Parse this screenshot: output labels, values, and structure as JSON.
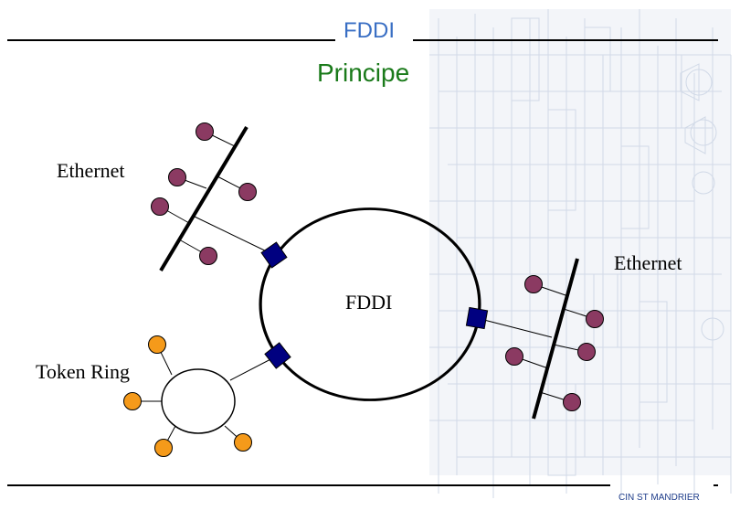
{
  "slide": {
    "title": "FDDI",
    "subtitle": "Principe",
    "footer": "CIN ST MANDRIER"
  },
  "labels": {
    "ethernet_left": "Ethernet",
    "ethernet_right": "Ethernet",
    "fddi_ring": "FDDI",
    "token_ring": "Token Ring"
  },
  "colors": {
    "ethernet_node": "#8b3a62",
    "token_ring_node": "#f59a1a",
    "bridge": "#000080",
    "title": "#3a6fc4",
    "subtitle": "#1a7a1a",
    "background_art": "#c9d3e3"
  }
}
